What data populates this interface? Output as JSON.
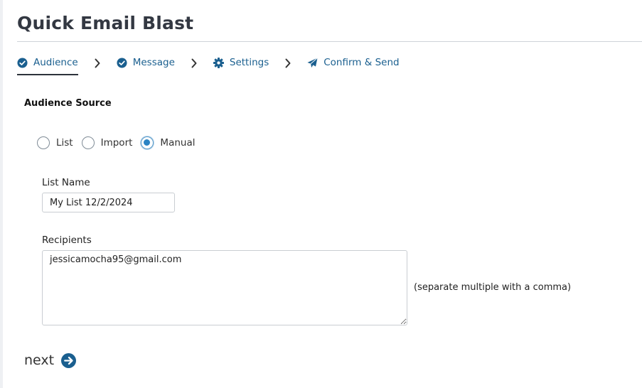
{
  "page": {
    "title": "Quick Email Blast"
  },
  "steps": [
    {
      "label": "Audience",
      "icon": "check-circle-icon"
    },
    {
      "label": "Message",
      "icon": "check-circle-icon"
    },
    {
      "label": "Settings",
      "icon": "gear-icon"
    },
    {
      "label": "Confirm & Send",
      "icon": "paper-plane-icon"
    }
  ],
  "audience": {
    "heading": "Audience Source",
    "options": [
      "List",
      "Import",
      "Manual"
    ],
    "selected": "Manual",
    "list_name_label": "List Name",
    "list_name_value": "My List 12/2/2024",
    "recipients_label": "Recipients",
    "recipients_value": "jessicamocha95@gmail.com",
    "recipients_hint": "(separate multiple with a comma)"
  },
  "actions": {
    "next_label": "next"
  },
  "colors": {
    "accent": "#1a5f8f",
    "radio_selected": "#2b84c4",
    "title": "#333842"
  }
}
